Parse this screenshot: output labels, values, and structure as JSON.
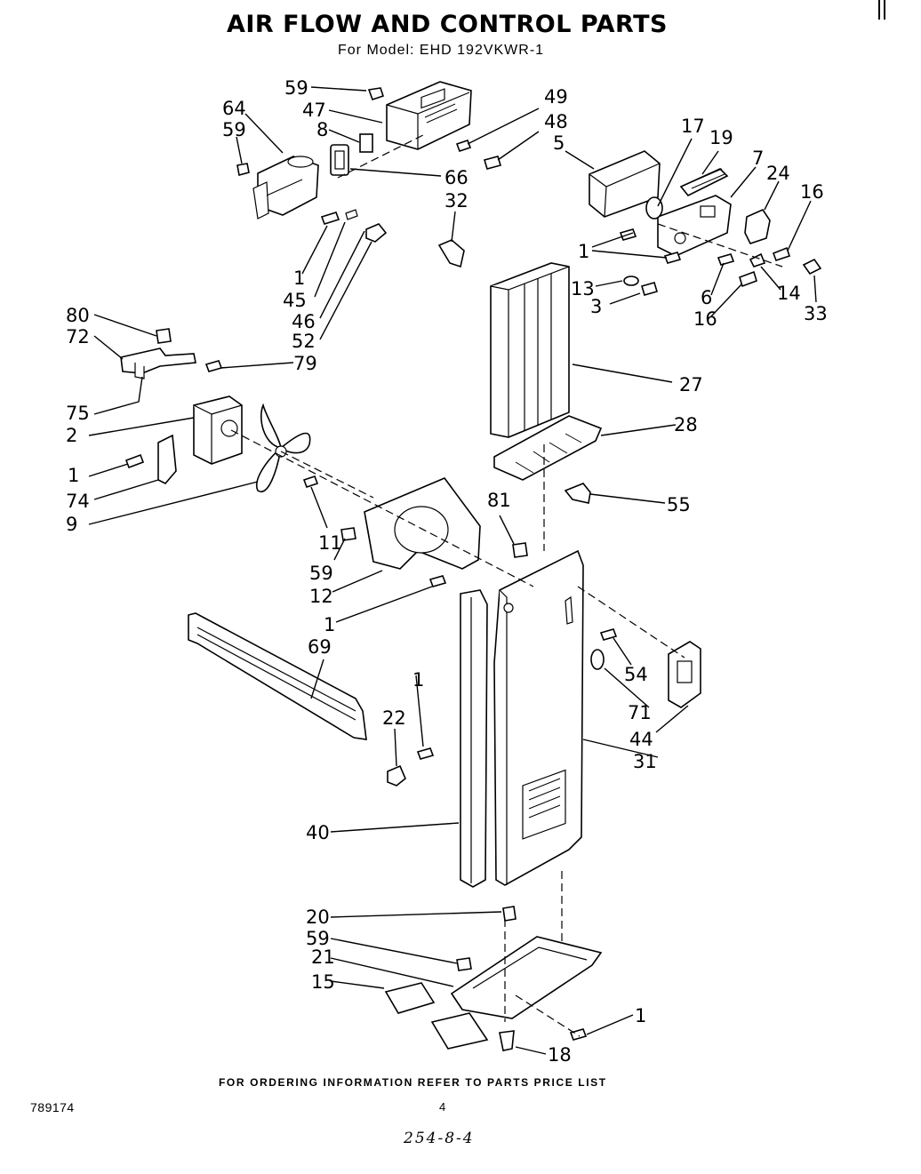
{
  "header": {
    "title": "AIR FLOW AND CONTROL PARTS",
    "subtitle": "For Model: EHD 192VKWR-1"
  },
  "footer": {
    "ordering_note": "FOR ORDERING INFORMATION REFER TO PARTS PRICE LIST",
    "doc_number": "789174",
    "page_number": "4",
    "handwritten_note": "254-8-4"
  },
  "callouts": {
    "c59a": "59",
    "c47": "47",
    "c8": "8",
    "c64": "64",
    "c59b": "59",
    "c49": "49",
    "c48": "48",
    "c66": "66",
    "c32": "32",
    "c5": "5",
    "c17": "17",
    "c19": "19",
    "c7": "7",
    "c24": "24",
    "c16a": "16",
    "c1a": "1",
    "c13": "13",
    "c3": "3",
    "c6": "6",
    "c14": "14",
    "c33": "33",
    "c16b": "16",
    "c1b": "1",
    "c45": "45",
    "c46": "46",
    "c52": "52",
    "c80": "80",
    "c72": "72",
    "c79": "79",
    "c75": "75",
    "c27": "27",
    "c2": "2",
    "c28": "28",
    "c1c": "1",
    "c74": "74",
    "c9": "9",
    "c55": "55",
    "c81": "81",
    "c11": "11",
    "c59c": "59",
    "c12": "12",
    "c1d": "1",
    "c69": "69",
    "c54": "54",
    "c71": "71",
    "c44": "44",
    "c22": "22",
    "c1e": "1",
    "c31": "31",
    "c40": "40",
    "c20": "20",
    "c59d": "59",
    "c21": "21",
    "c15": "15",
    "c1f": "1",
    "c18": "18"
  }
}
